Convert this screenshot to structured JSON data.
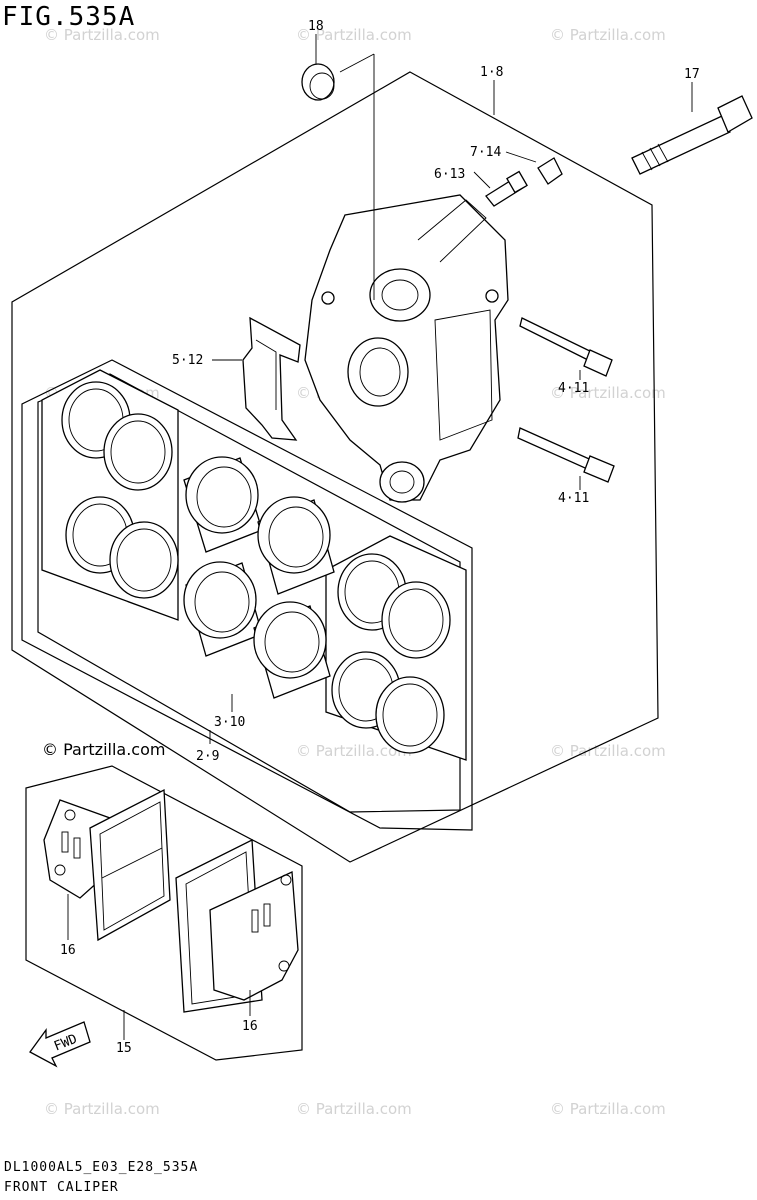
{
  "figure": {
    "title": "FIG.535A"
  },
  "watermark": {
    "text": "© Partzilla.com",
    "brand": "© Partzilla.com"
  },
  "callouts": {
    "c18": "18",
    "c1_8": "1·8",
    "c17": "17",
    "c7_14": "7·14",
    "c6_13": "6·13",
    "c5_12": "5·12",
    "c4_11a": "4·11",
    "c4_11b": "4·11",
    "c3_10": "3·10",
    "c2_9": "2·9",
    "c16a": "16",
    "c16b": "16",
    "c15": "15",
    "fwd": "FWD"
  },
  "footer": {
    "code": "DL1000AL5_E03_E28_535A",
    "name": "FRONT CALIPER"
  }
}
